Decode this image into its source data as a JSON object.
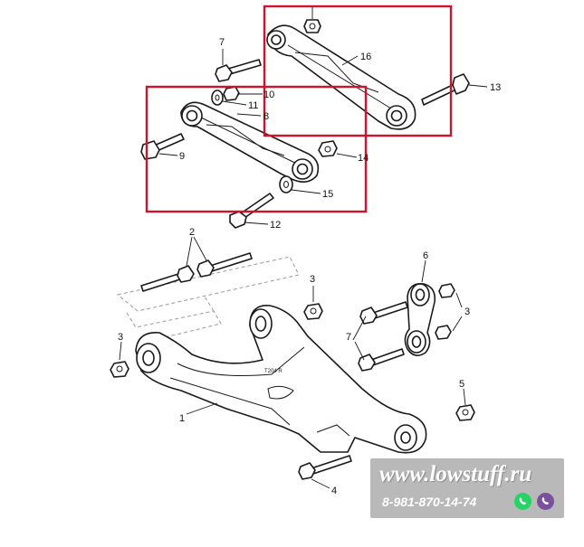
{
  "labels": {
    "p1": "1",
    "p2": "2",
    "p3a": "3",
    "p3b": "3",
    "p3c": "3",
    "p4": "4",
    "p5": "5",
    "p6": "6",
    "p7a": "7",
    "p7b": "7",
    "p8": "8",
    "p9": "9",
    "p10": "10",
    "p11": "11",
    "p12": "12",
    "p13": "13",
    "p14": "14",
    "p15": "15",
    "p16": "16"
  },
  "watermark": {
    "url": "www.lowstuff.ru",
    "phone": "8-981-870-14-74",
    "icons": [
      "whatsapp-icon",
      "viber-icon"
    ],
    "whatsapp_color": "#25D366",
    "viber_color": "#7B519D",
    "bg_color": "#b9b9b9"
  },
  "highlight_color": "#d0132a"
}
